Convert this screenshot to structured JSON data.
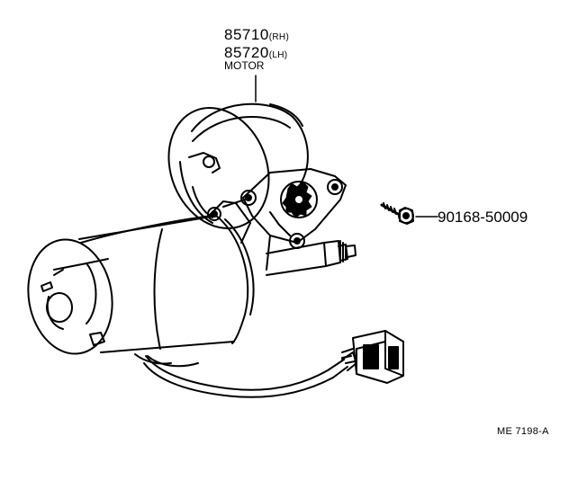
{
  "labels": {
    "motor_rh_number": "85710",
    "motor_rh_suffix": "(RH)",
    "motor_lh_number": "85720",
    "motor_lh_suffix": "(LH)",
    "motor_name": "MOTOR",
    "screw_number": "90168-50009",
    "diagram_ref": "ME 7198-A"
  },
  "colors": {
    "line": "#000000",
    "background": "#ffffff"
  }
}
